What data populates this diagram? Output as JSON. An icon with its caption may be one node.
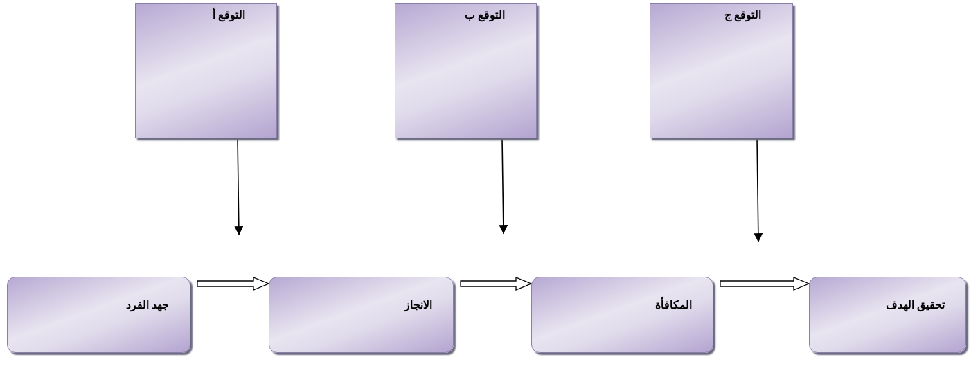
{
  "diagram": {
    "nodes": [
      {
        "text": [
          "التوقع أ"
        ]
      },
      {
        "text": [
          "التوقع ب"
        ]
      },
      {
        "text": [
          "التوقع ج"
        ]
      },
      {
        "text": [
          "جهد الفرد"
        ]
      },
      {
        "text": [
          "الانجاز"
        ]
      },
      {
        "text": [
          "المكافأة"
        ]
      },
      {
        "text": [
          "تحقيق الهدف"
        ]
      }
    ],
    "edges": [
      {
        "from": 0,
        "to": null,
        "arrow": "to"
      },
      {
        "from": 1,
        "to": null,
        "arrow": "to"
      },
      {
        "from": 2,
        "to": null,
        "arrow": "to"
      },
      {
        "from": 3,
        "to": 4,
        "arrow": "to",
        "style": "thick"
      },
      {
        "from": 4,
        "to": 5,
        "arrow": "to",
        "style": "thick"
      },
      {
        "from": 5,
        "to": 6,
        "arrow": "to",
        "style": "thick"
      }
    ]
  }
}
